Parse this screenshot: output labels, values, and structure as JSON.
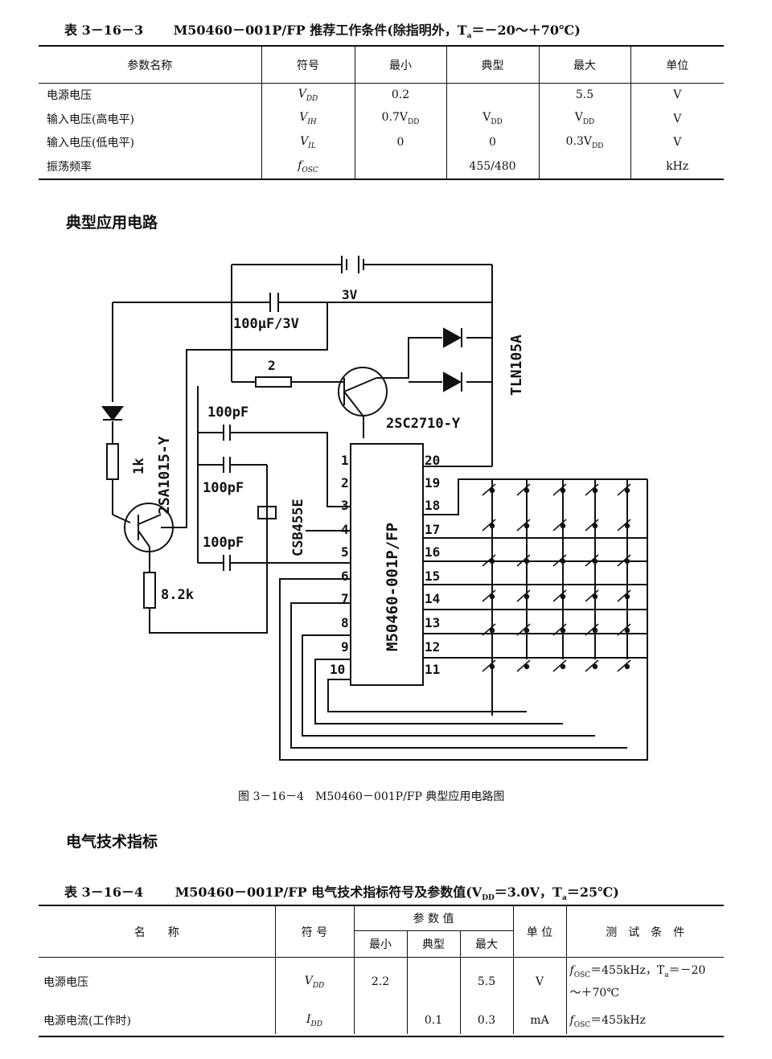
{
  "table1": {
    "caption_no": "表 3－16－3",
    "caption_title": "M50460－001P/FP 推荐工作条件(除指明外，T",
    "caption_sub": "a",
    "caption_tail": "＝－20～＋70℃)",
    "headers": [
      "参数名称",
      "符号",
      "最小",
      "典型",
      "最大",
      "单位"
    ],
    "rows": [
      {
        "name": "电源电压",
        "sym": "V",
        "sym_sub": "DD",
        "min": "0.2",
        "typ": "",
        "max": "5.5",
        "unit": "V"
      },
      {
        "name": "输入电压(高电平)",
        "sym": "V",
        "sym_sub": "IH",
        "min": "0.7V",
        "min_sub": "DD",
        "typ": "V",
        "typ_sub": "DD",
        "max": "V",
        "max_sub": "DD",
        "unit": "V"
      },
      {
        "name": "输入电压(低电平)",
        "sym": "V",
        "sym_sub": "IL",
        "min": "0",
        "typ": "0",
        "max": "0.3V",
        "max_sub": "DD",
        "unit": "V"
      },
      {
        "name": "振荡频率",
        "sym": "f",
        "sym_sub": "OSC",
        "min": "",
        "typ": "455/480",
        "max": "",
        "unit": "kHz"
      }
    ]
  },
  "section1": "典型应用电路",
  "circuit": {
    "battery_label": "3V",
    "cap_elec_label": "100μF/3V",
    "resistor_base_label": "2",
    "led_label": "TLN105A",
    "npn_label": "2SC2710-Y",
    "pnp_label": "2SA1015-Y",
    "res_1k_label": "1k",
    "res_8k2_label": "8.2k",
    "cap_top_label": "100pF",
    "cap_mid_label": "100pF",
    "cap_bot_label": "100pF",
    "resonator_label": "CSB455E",
    "ic_label": "M50460-001P/FP",
    "pins_left": [
      "1",
      "2",
      "3",
      "4",
      "5",
      "6",
      "7",
      "8",
      "9",
      "10"
    ],
    "pins_right": [
      "20",
      "19",
      "18",
      "17",
      "16",
      "15",
      "14",
      "13",
      "12",
      "11"
    ]
  },
  "figure_caption": "图 3－16－4　M50460－001P/FP 典型应用电路图",
  "section2": "电气技术指标",
  "table2": {
    "caption_no": "表 3－16－4",
    "caption_title": "M50460－001P/FP 电气技术指标符号及参数值(V",
    "caption_sub1": "DD",
    "caption_mid": "＝3.0V，T",
    "caption_sub2": "a",
    "caption_tail": "＝25℃)",
    "header_name": "名　　称",
    "header_sym": "符 号",
    "header_params": "参 数 值",
    "header_min": "最小",
    "header_typ": "典型",
    "header_max": "最大",
    "header_unit": "单 位",
    "header_cond": "测　试　条　件",
    "rows": [
      {
        "name": "电源电压",
        "sym": "V",
        "sym_sub": "DD",
        "min": "2.2",
        "typ": "",
        "max": "5.5",
        "unit": "V",
        "cond1": "f",
        "cond1_sub": "OSC",
        "cond1_rest": "＝455kHz，T",
        "cond1_sub2": "a",
        "cond1_tail": "＝－20",
        "cond2": "～＋70℃"
      },
      {
        "name": "电源电流(工作时)",
        "sym": "I",
        "sym_sub": "DD",
        "min": "",
        "typ": "0.1",
        "max": "0.3",
        "unit": "mA",
        "cond1": "f",
        "cond1_sub": "OSC",
        "cond1_rest": "＝455kHz",
        "cond1_sub2": "",
        "cond1_tail": "",
        "cond2": ""
      }
    ]
  }
}
